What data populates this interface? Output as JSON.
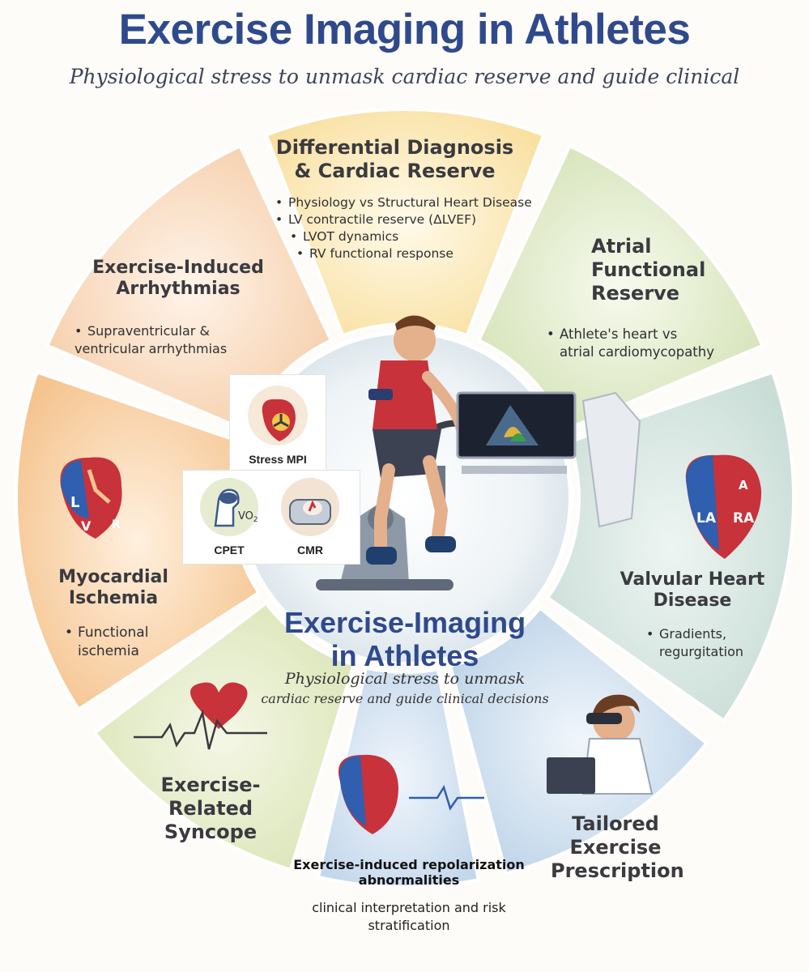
{
  "header": {
    "title": "Exercise Imaging in Athletes",
    "subtitle": "Physiological stress to unmask cardiac reserve and guide clinical"
  },
  "segments": {
    "differential": {
      "title_lines": [
        "Differential Diagnosis",
        "& Cardiac Reserve"
      ],
      "bullets": [
        "Physiology vs Structural Heart Disease",
        "LV contractile reserve (ΔLVEF)",
        "LVOT dynamics",
        "RV functional response"
      ]
    },
    "arrhythmias": {
      "title_lines": [
        "Exercise-Induced",
        "Arrhythmias"
      ],
      "bullets": [
        "Supraventricular &",
        "ventricular arrhythmias"
      ]
    },
    "atrial": {
      "title_lines": [
        "Atrial",
        "Functional",
        "Reserve"
      ],
      "bullets": [
        "Athlete's heart vs",
        "atrial cardiomycopathy"
      ]
    },
    "ischemia": {
      "title_lines": [
        "Myocardial",
        "Ischemia"
      ],
      "bullets": [
        "Functional",
        "ischemia"
      ]
    },
    "valvular": {
      "title_lines": [
        "Valvular Heart",
        "Disease"
      ],
      "bullets": [
        "Gradients,",
        "regurgitation"
      ]
    },
    "syncope": {
      "title_lines": [
        "Exercise-",
        "Related",
        "Syncope"
      ]
    },
    "repolarization": {
      "title_lines": [
        "Exercise-induced repolarization",
        "abnormalities"
      ],
      "body_lines": [
        "clinical interpretation and risk",
        "stratification"
      ]
    },
    "prescription": {
      "title_lines": [
        "Tailored",
        "Exercise",
        "Prescription"
      ]
    }
  },
  "center": {
    "title_lines": [
      "Exercise-Imaging",
      "in Athletes"
    ],
    "subtitle_lines": [
      "Physiological stress to unmask",
      "cardiac reserve and guide clinical decisions"
    ]
  },
  "modalities": {
    "stress_mpi": "Stress MPI",
    "cpet": "CPET",
    "cmr": "CMR",
    "vo2": "VO",
    "vo2_sub": "2"
  },
  "heart_labels": {
    "left": [
      "L",
      "V",
      "R"
    ],
    "right": [
      "LA",
      "RA",
      "A"
    ]
  },
  "colors": {
    "title_blue": "#2f4a8c",
    "peach": "#f6d3b6",
    "yellow": "#fbe8b4",
    "green": "#dbe7c3",
    "orange": "#f7d0a5",
    "light_blue": "#d5e4f0",
    "heart_red": "#c8323a",
    "heart_blue": "#2f5fae"
  }
}
